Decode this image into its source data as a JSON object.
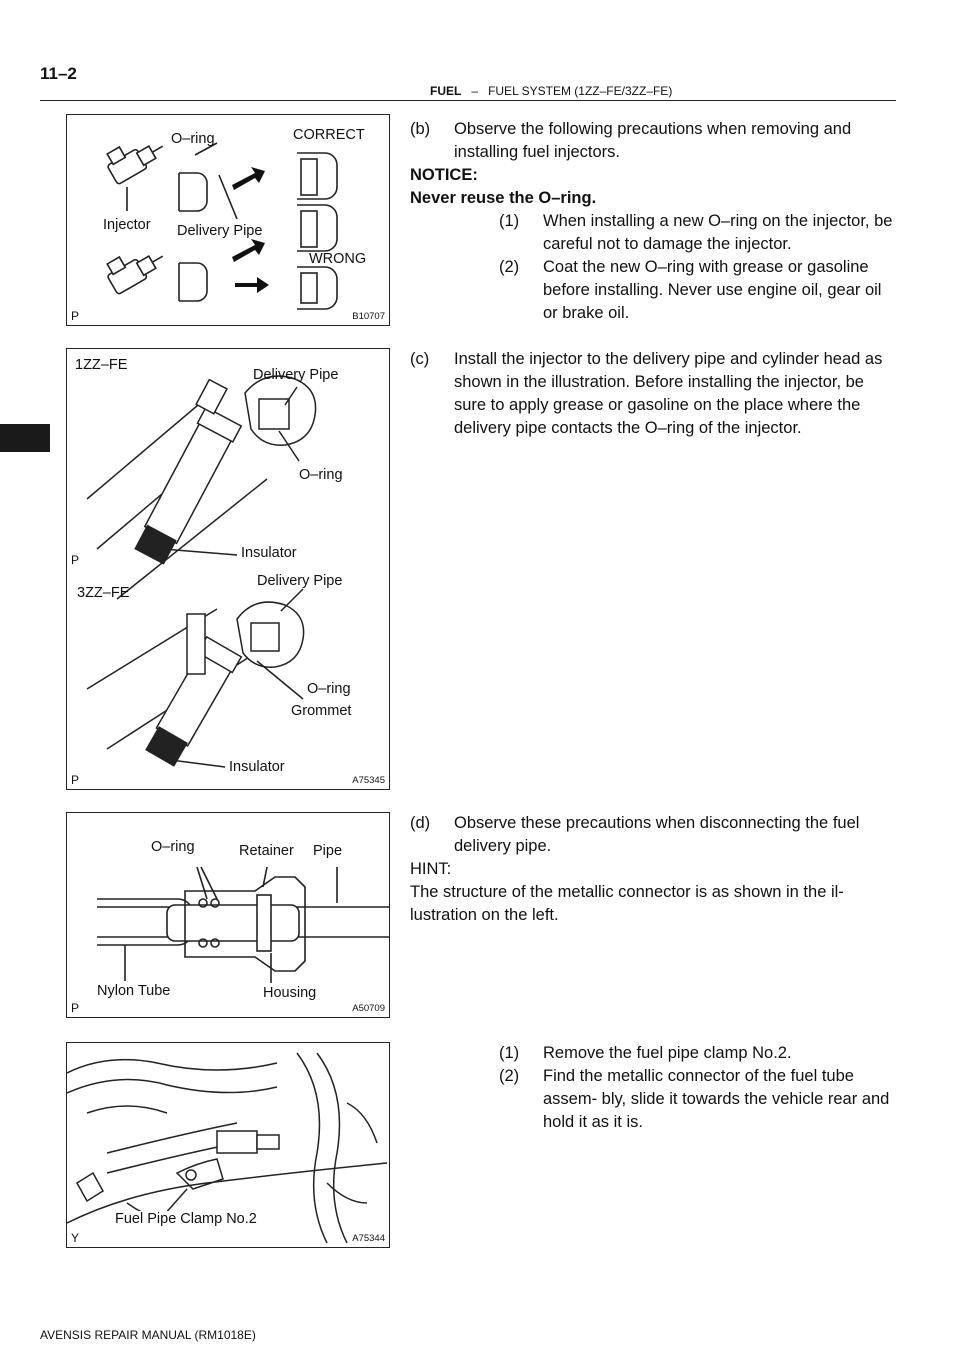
{
  "header": {
    "page_number": "11–2",
    "section": "FUEL",
    "separator": "–",
    "subtitle": "FUEL SYSTEM (1ZZ–FE/3ZZ–FE)"
  },
  "figures": {
    "fig1": {
      "labels": {
        "oring": "O–ring",
        "correct": "CORRECT",
        "injector": "Injector",
        "delivery_pipe": "Delivery Pipe",
        "wrong": "WRONG"
      },
      "mark": "P",
      "code": "B10707"
    },
    "fig2": {
      "labels": {
        "engine1": "1ZZ–FE",
        "delivery_pipe1": "Delivery Pipe",
        "oring1": "O–ring",
        "insulator1": "Insulator",
        "engine2": "3ZZ–FE",
        "delivery_pipe2": "Delivery Pipe",
        "oring2": "O–ring",
        "grommet": "Grommet",
        "insulator2": "Insulator"
      },
      "mark1": "P",
      "mark2": "P",
      "code": "A75345"
    },
    "fig3": {
      "labels": {
        "oring": "O–ring",
        "retainer": "Retainer",
        "pipe": "Pipe",
        "nylon_tube": "Nylon Tube",
        "housing": "Housing"
      },
      "mark": "P",
      "code": "A50709"
    },
    "fig4": {
      "labels": {
        "clamp": "Fuel Pipe Clamp No.2"
      },
      "mark": "Y",
      "code": "A75344"
    }
  },
  "text": {
    "b_marker": "(b)",
    "b_body": "Observe the following precautions when removing and installing fuel injectors.",
    "notice_label": "NOTICE:",
    "notice_body": "Never reuse the O–ring.",
    "b1_marker": "(1)",
    "b1_body": "When installing a new O–ring on the injector, be careful not to damage the injector.",
    "b2_marker": "(2)",
    "b2_body": "Coat the new O–ring with grease or gasoline before installing. Never use engine oil, gear oil or brake oil.",
    "c_marker": "(c)",
    "c_body": "Install the injector to the delivery pipe and cylinder head as shown in the illustration. Before installing the injector, be sure to apply grease or gasoline on the place where the delivery pipe contacts the O–ring of the injector.",
    "d_marker": "(d)",
    "d_body": "Observe these precautions when disconnecting the fuel delivery pipe.",
    "hint_label": "HINT:",
    "hint_body": "The structure of the metallic connector is as shown in the il- lustration on the left.",
    "e1_marker": "(1)",
    "e1_body": "Remove the fuel pipe clamp No.2.",
    "e2_marker": "(2)",
    "e2_body": "Find the metallic connector of the fuel tube assem- bly, slide it towards the vehicle rear and hold it as it is."
  },
  "footer": "AVENSIS REPAIR MANUAL (RM1018E)"
}
